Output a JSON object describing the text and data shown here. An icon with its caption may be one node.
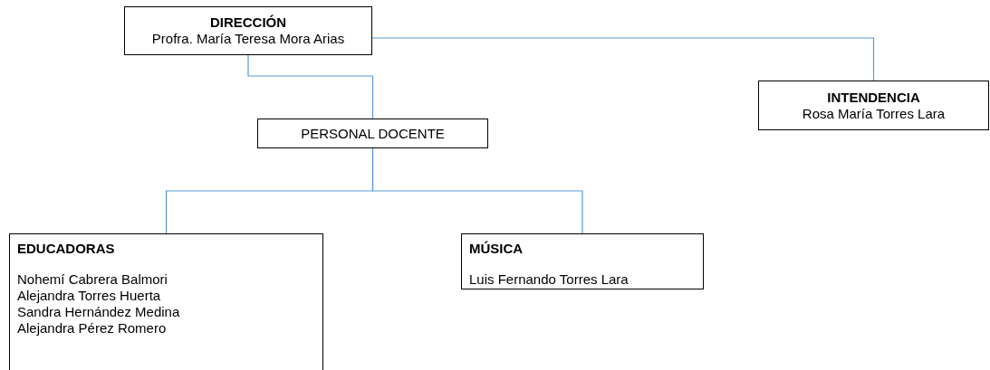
{
  "diagram": {
    "nodes": [
      {
        "text": [
          "DIRECCIÓN",
          "Profra. María Teresa Mora Arias"
        ]
      },
      {
        "text": [
          "INTENDENCIA",
          "Rosa María Torres Lara"
        ]
      },
      {
        "text": [
          "PERSONAL DOCENTE"
        ]
      },
      {
        "text": [
          "EDUCADORAS",
          "Nohemí Cabrera Balmori",
          "Alejandra Torres Huerta",
          "Sandra Hernández Medina",
          "Alejandra Pérez Romero"
        ]
      },
      {
        "text": [
          "MÚSICA",
          "Luis Fernando Torres Lara"
        ]
      }
    ],
    "edges": [
      {
        "from": 0,
        "to": 1,
        "arrow": "none"
      },
      {
        "from": 0,
        "to": 2,
        "arrow": "none"
      },
      {
        "from": 2,
        "to": 3,
        "arrow": "none"
      },
      {
        "from": 2,
        "to": 4,
        "arrow": "none"
      }
    ]
  }
}
